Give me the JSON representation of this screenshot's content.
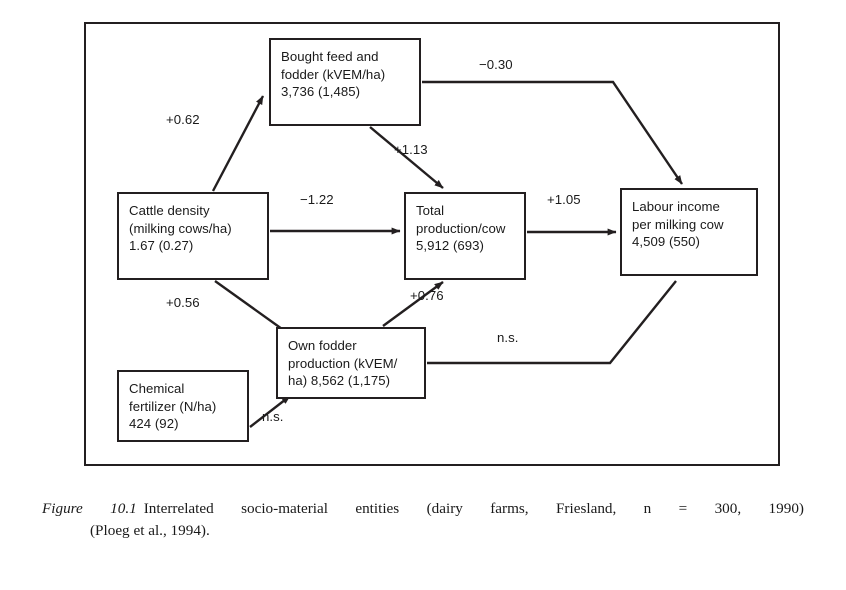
{
  "figure": {
    "caption_figure_number": "Figure 10.1",
    "caption_line1": "Interrelated socio-material entities (dairy farms, Friesland, n = 300, 1990)",
    "caption_line2": "(Ploeg et al., 1994)."
  },
  "diagram": {
    "type": "path-diagram",
    "nodes": [
      {
        "id": "bought-feed",
        "lines": [
          "Bought feed and",
          "fodder (kVEM/ha)",
          "3,736 (1,485)"
        ],
        "label": "Bought feed and fodder (kVEM/ha)",
        "mean": "3,736",
        "sd": "(1,485)"
      },
      {
        "id": "cattle-density",
        "lines": [
          "Cattle density",
          "(milking cows/ha)",
          "1.67 (0.27)"
        ],
        "label": "Cattle density (milking cows/ha)",
        "mean": "1.67",
        "sd": "(0.27)"
      },
      {
        "id": "total-production",
        "lines": [
          "Total",
          "production/cow",
          "5,912 (693)"
        ],
        "label": "Total production/cow",
        "mean": "5,912",
        "sd": "(693)"
      },
      {
        "id": "labour-income",
        "lines": [
          "Labour income",
          "per milking cow",
          "4,509 (550)"
        ],
        "label": "Labour income per milking cow",
        "mean": "4,509",
        "sd": "(550)"
      },
      {
        "id": "own-fodder",
        "lines": [
          "Own fodder",
          "production (kVEM/",
          "ha) 8,562 (1,175)"
        ],
        "label": "Own fodder production (kVEM/ha)",
        "mean": "8,562",
        "sd": "(1,175)"
      },
      {
        "id": "chemical-fertilizer",
        "lines": [
          "Chemical",
          "fertilizer (N/ha)",
          "424 (92)"
        ],
        "label": "Chemical fertilizer (N/ha)",
        "mean": "424",
        "sd": "(92)"
      }
    ],
    "edges": [
      {
        "id": "e1",
        "from": "cattle-density",
        "to": "bought-feed",
        "label": "+0.62"
      },
      {
        "id": "e2",
        "from": "bought-feed",
        "to": "labour-income",
        "label": "−0.30"
      },
      {
        "id": "e3",
        "from": "bought-feed",
        "to": "total-production",
        "label": "+1.13"
      },
      {
        "id": "e4",
        "from": "cattle-density",
        "to": "total-production",
        "label": "−1.22"
      },
      {
        "id": "e5",
        "from": "total-production",
        "to": "labour-income",
        "label": "+1.05"
      },
      {
        "id": "e6",
        "from": "cattle-density",
        "to": "own-fodder",
        "label": "+0.56"
      },
      {
        "id": "e7",
        "from": "own-fodder",
        "to": "total-production",
        "label": "+0.76"
      },
      {
        "id": "e8",
        "from": "own-fodder",
        "to": "labour-income",
        "label": "n.s."
      },
      {
        "id": "e9",
        "from": "chemical-fertilizer",
        "to": "own-fodder",
        "label": "n.s."
      }
    ],
    "colors": {
      "stroke": "#231f20",
      "text": "#1a1a1a",
      "background": "#ffffff"
    }
  }
}
